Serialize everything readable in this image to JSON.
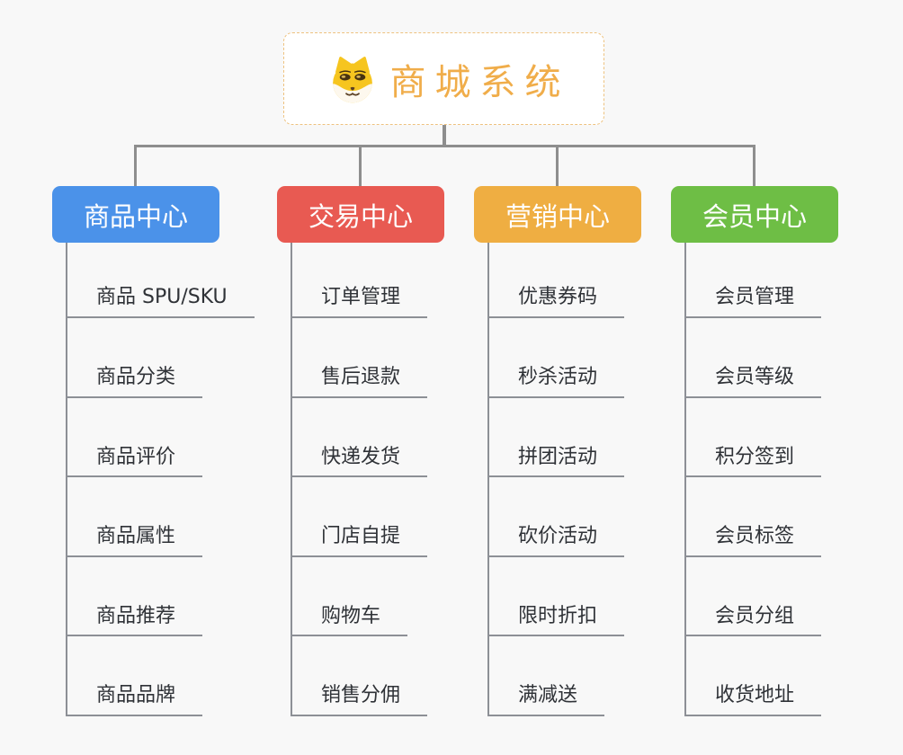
{
  "page": {
    "background": "#f8f8f8"
  },
  "root": {
    "title": "商城系统",
    "icon": "dog-icon",
    "text_color": "#f0ad4a",
    "border_color": "#eec27f",
    "background": "#ffffff"
  },
  "connectors": {
    "color": "#8e8e8e"
  },
  "branches": [
    {
      "label": "商品中心",
      "color": "#4b92e9",
      "children": [
        "商品 SPU/SKU",
        "商品分类",
        "商品评价",
        "商品属性",
        "商品推荐",
        "商品品牌"
      ]
    },
    {
      "label": "交易中心",
      "color": "#e85a52",
      "children": [
        "订单管理",
        "售后退款",
        "快递发货",
        "门店自提",
        "购物车",
        "销售分佣"
      ]
    },
    {
      "label": "营销中心",
      "color": "#efae42",
      "children": [
        "优惠券码",
        "秒杀活动",
        "拼团活动",
        "砍价活动",
        "限时折扣",
        "满减送"
      ]
    },
    {
      "label": "会员中心",
      "color": "#6ebe45",
      "children": [
        "会员管理",
        "会员等级",
        "积分签到",
        "会员标签",
        "会员分组",
        "收货地址"
      ]
    }
  ]
}
